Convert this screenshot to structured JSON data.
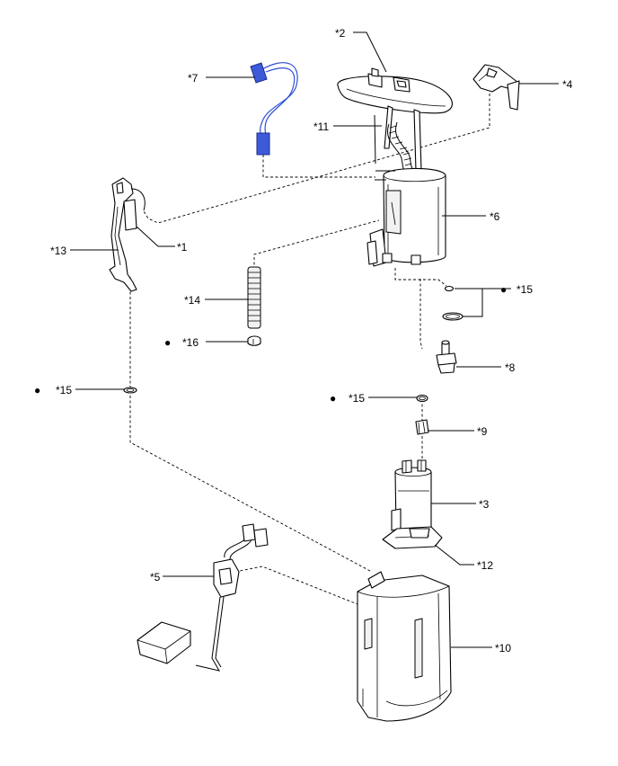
{
  "labels": {
    "l1": "*1",
    "l2": "*2",
    "l3": "*3",
    "l4": "*4",
    "l5": "*5",
    "l6": "*6",
    "l7": "*7",
    "l8": "*8",
    "l9": "*9",
    "l10": "*10",
    "l11": "*11",
    "l12": "*12",
    "l13": "*13",
    "l14": "*14",
    "l15a": "*15",
    "l15b": "*15",
    "l15c": "*15",
    "l16": "*16"
  },
  "bullet": "●",
  "colors": {
    "line": "#000000",
    "harness": "#3d5bd9"
  }
}
